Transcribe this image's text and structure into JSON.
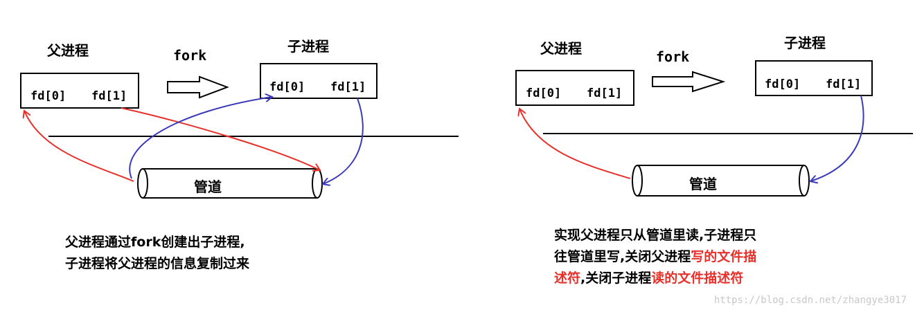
{
  "left": {
    "parent_label": "父进程",
    "fork_label": "fork",
    "child_label": "子进程",
    "parent_fd0": "fd[0]",
    "parent_fd1": "fd[1]",
    "child_fd0": "fd[0]",
    "child_fd1": "fd[1]",
    "pipe_label": "管道",
    "caption_line1": "父进程通过fork创建出子进程,",
    "caption_line2": "子进程将父进程的信息复制过来"
  },
  "right": {
    "parent_label": "父进程",
    "fork_label": "fork",
    "child_label": "子进程",
    "parent_fd0": "fd[0]",
    "parent_fd1": "fd[1]",
    "child_fd0": "fd[0]",
    "child_fd1": "fd[1]",
    "pipe_label": "管道",
    "caption_line1": "实现父进程只从管道里读,子进程只",
    "caption_line2_black": "往管道里写,关闭父进程",
    "caption_line2_red": "写的文件描",
    "caption_line3_red1": "述符",
    "caption_line3_black": ",关闭子进程",
    "caption_line3_red2": "读的文件描述符"
  },
  "watermark": "https://blog.csdn.net/zhangye3017",
  "colors": {
    "red_arrow": "#e8302a",
    "blue_arrow": "#3a3ab8",
    "ink": "#000000"
  }
}
